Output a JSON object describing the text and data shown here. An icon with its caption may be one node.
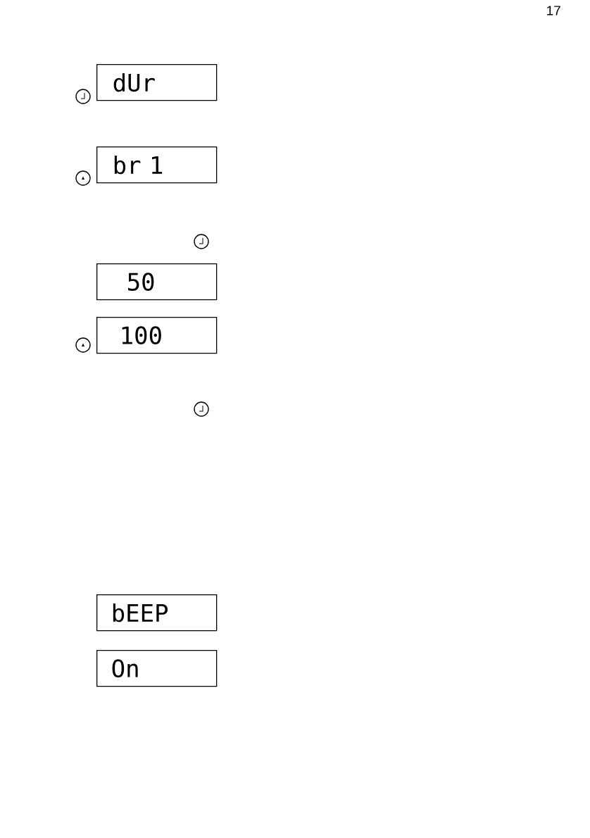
{
  "diagram": {
    "nodes": [
      {
        "text": [
          "dUr"
        ]
      },
      {
        "text": [
          "br 1"
        ]
      },
      {
        "text": [
          "50"
        ]
      },
      {
        "text": [
          "100"
        ]
      },
      {
        "text": [
          "bEEP"
        ]
      },
      {
        "text": [
          "On"
        ]
      }
    ],
    "labels": [
      "17"
    ]
  }
}
